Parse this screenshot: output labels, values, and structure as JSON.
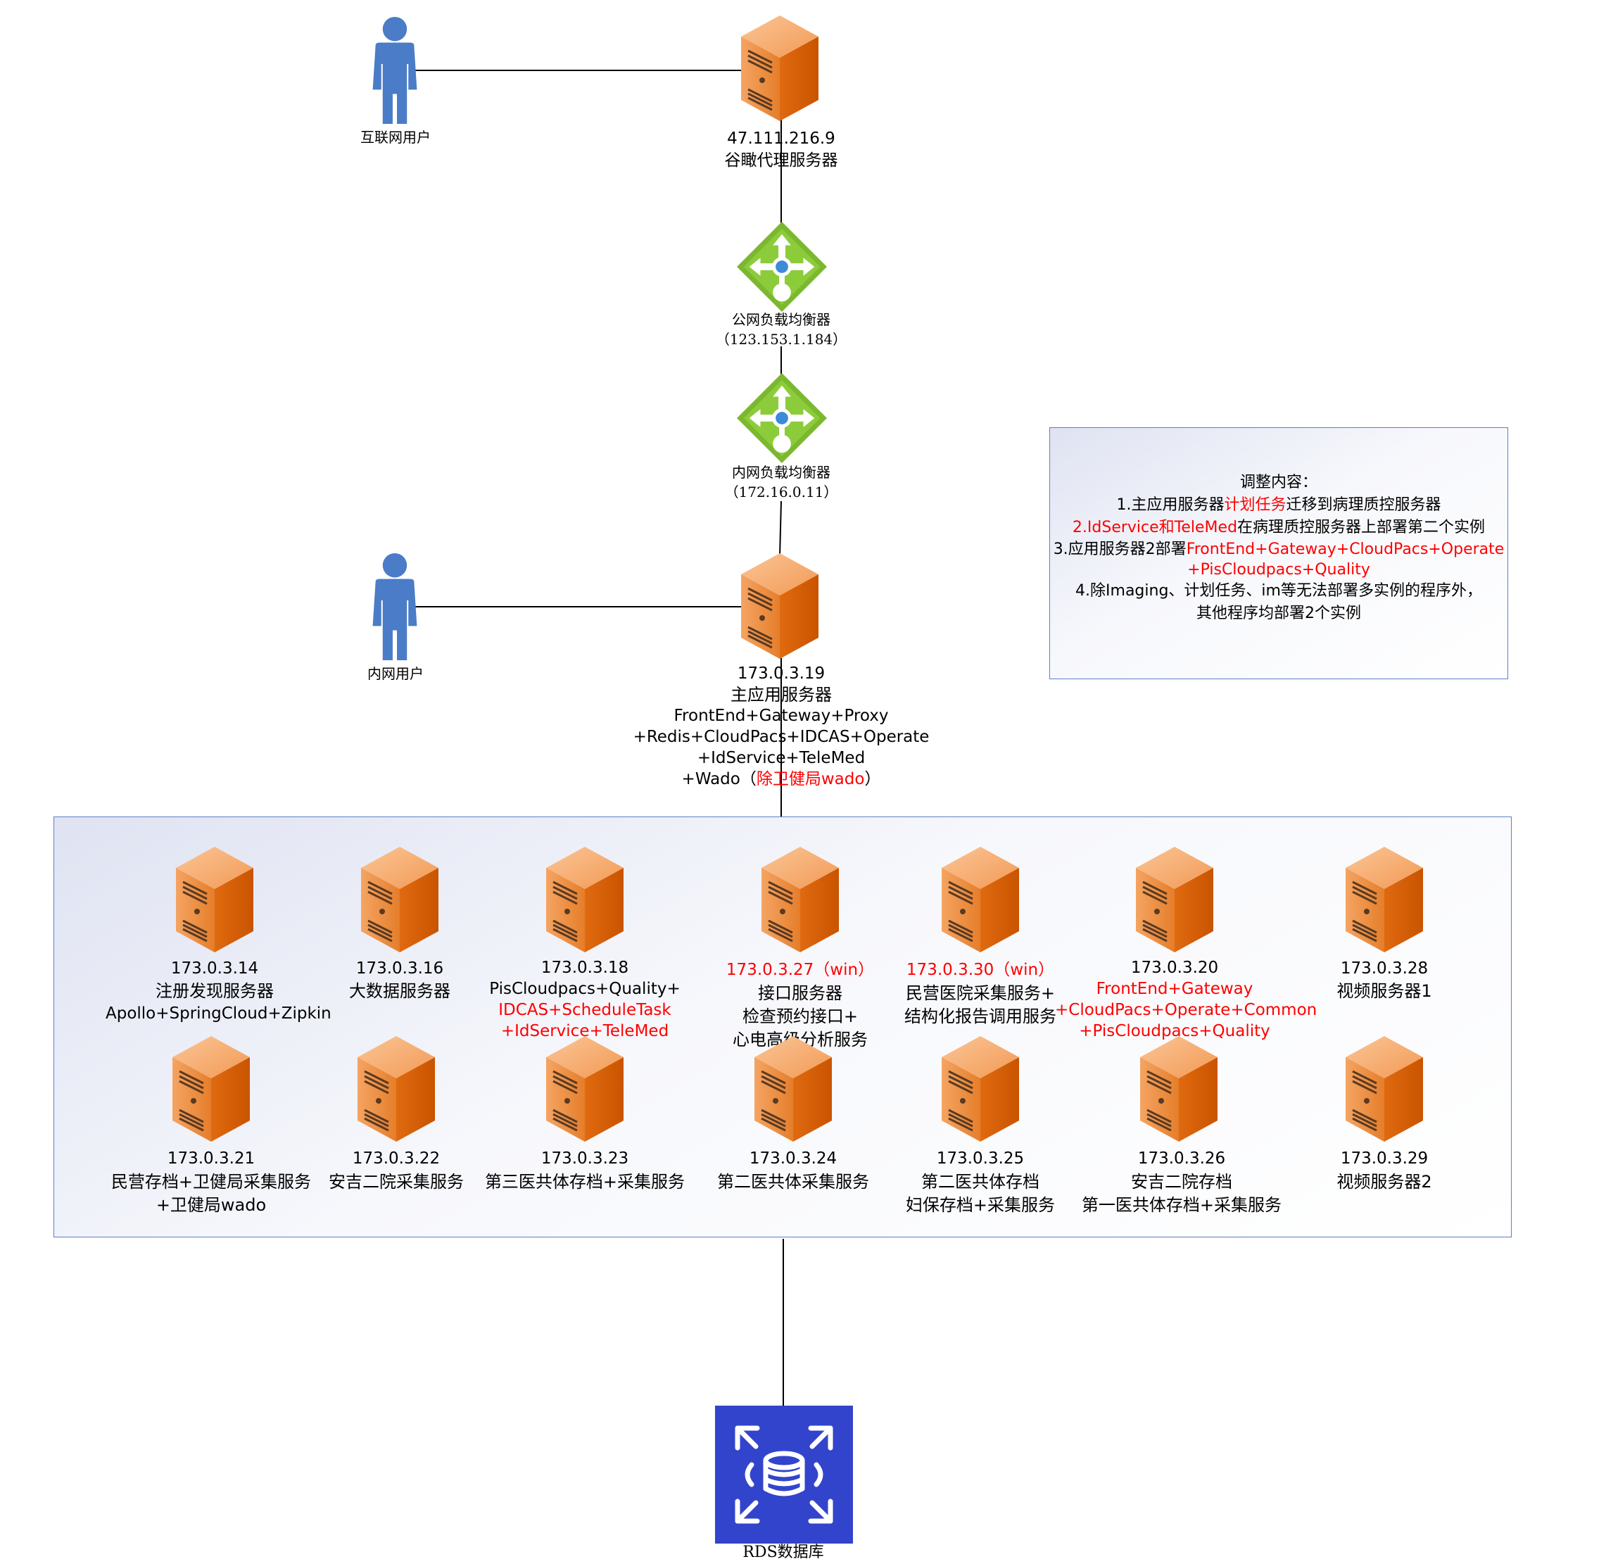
{
  "users": {
    "internet": "互联网用户",
    "intranet": "内网用户"
  },
  "proxy": {
    "ip": "47.111.216.9",
    "name": "谷瞰代理服务器"
  },
  "lb_public": {
    "name": "公网负载均衡器",
    "ip": "（123.153.1.184）"
  },
  "lb_internal": {
    "name": "内网负载均衡器",
    "ip": "（172.16.0.11）"
  },
  "main_server": {
    "ip": "173.0.3.19",
    "name": "主应用服务器",
    "line1": "FrontEnd+Gateway+Proxy",
    "line2": "+Redis+CloudPacs+IDCAS+Operate",
    "line3": "+IdService+TeleMed",
    "line4_prefix": "+Wado（",
    "line4_red": "除卫健局wado",
    "line4_suffix": "）"
  },
  "note": {
    "title": "调整内容：",
    "l1_a": "1.主应用服务器",
    "l1_red": "计划任务",
    "l1_b": "迁移到病理质控服务器",
    "l2_red": "2.IdService和TeleMed",
    "l2_b": "在病理质控服务器上部署第二个实例",
    "l3_a": "3.应用服务器2部署",
    "l3_red": "FrontEnd+Gateway+CloudPacs+Operate",
    "l3_red2": "+PisCloudpacs+Quality",
    "l4": "4.除Imaging、计划任务、im等无法部署多实例的程序外，",
    "l5": "其他程序均部署2个实例"
  },
  "servers_row1": [
    {
      "ip": "173.0.3.14",
      "l1": "注册发现服务器",
      "l2": "Apollo+SpringCloud+Zipkin"
    },
    {
      "ip": "173.0.3.16",
      "l1": "大数据服务器"
    },
    {
      "ip": "173.0.3.18",
      "l1": "PisCloudpacs+Quality+",
      "l2": "IDCAS+ScheduleTask",
      "l3": "+IdService+TeleMed"
    },
    {
      "ip": "173.0.3.27（win）",
      "l1": "接口服务器",
      "l2": "检查预约接口+",
      "l3": "心电高级分析服务"
    },
    {
      "ip": "173.0.3.30（win）",
      "l1": "民营医院采集服务+",
      "l2": "结构化报告调用服务"
    },
    {
      "ip": "173.0.3.20",
      "l1": "FrontEnd+Gateway",
      "l2": "+CloudPacs+Operate+Common",
      "l3": "+PisCloudpacs+Quality"
    },
    {
      "ip": "173.0.3.28",
      "l1": "视频服务器1"
    }
  ],
  "servers_row2": [
    {
      "ip": "173.0.3.21",
      "l1": "民营存档+卫健局采集服务",
      "l2": "+卫健局wado"
    },
    {
      "ip": "173.0.3.22",
      "l1": "安吉二院采集服务"
    },
    {
      "ip": "173.0.3.23",
      "l1": "第三医共体存档+采集服务"
    },
    {
      "ip": "173.0.3.24",
      "l1": "第二医共体采集服务"
    },
    {
      "ip": "173.0.3.25",
      "l1": "第二医共体存档",
      "l2": "妇保存档+采集服务"
    },
    {
      "ip": "173.0.3.26",
      "l1": "安吉二院存档",
      "l2": "第一医共体存档+采集服务"
    },
    {
      "ip": "173.0.3.29",
      "l1": "视频服务器2"
    }
  ],
  "database": {
    "name": "RDS数据库"
  },
  "colors": {
    "server_orange": "#e8711c",
    "user_blue": "#4a7cc7",
    "lb_green": "#7cb82f",
    "rds_blue": "#3344cc",
    "highlight_red": "#ff0000"
  }
}
